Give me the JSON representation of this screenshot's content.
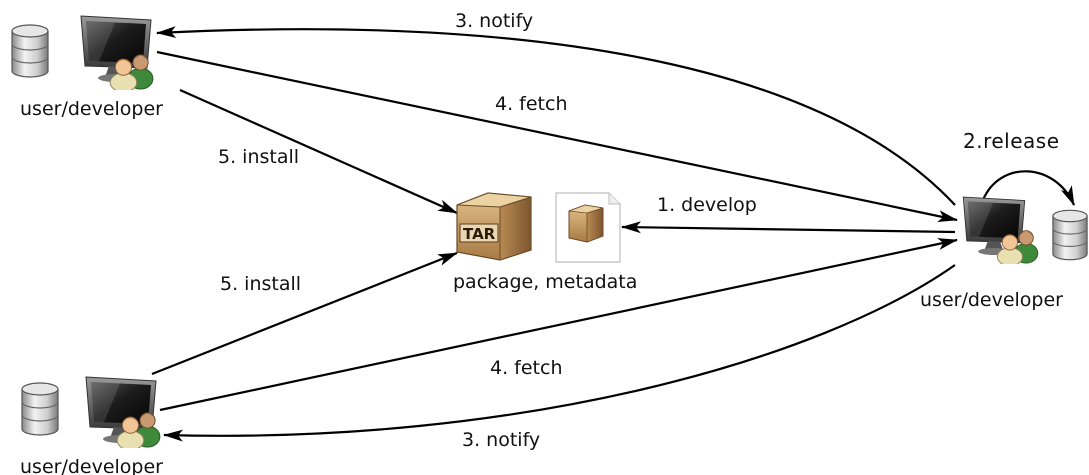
{
  "nodes": {
    "top_left": {
      "label": "user/developer"
    },
    "bottom_left": {
      "label": "user/developer"
    },
    "right": {
      "label": "user/developer"
    },
    "package": {
      "label": "package, metadata",
      "tar_text": "TAR"
    }
  },
  "edges": {
    "develop": "1. develop",
    "release": "2.release",
    "notify_top": "3. notify",
    "notify_bottom": "3. notify",
    "fetch_top": "4. fetch",
    "fetch_bottom": "4. fetch",
    "install_top": "5. install",
    "install_bottom": "5. install"
  },
  "icons": [
    "database-icon",
    "monitor-icon",
    "users-icon",
    "tar-archive-icon",
    "metadata-document-icon"
  ]
}
